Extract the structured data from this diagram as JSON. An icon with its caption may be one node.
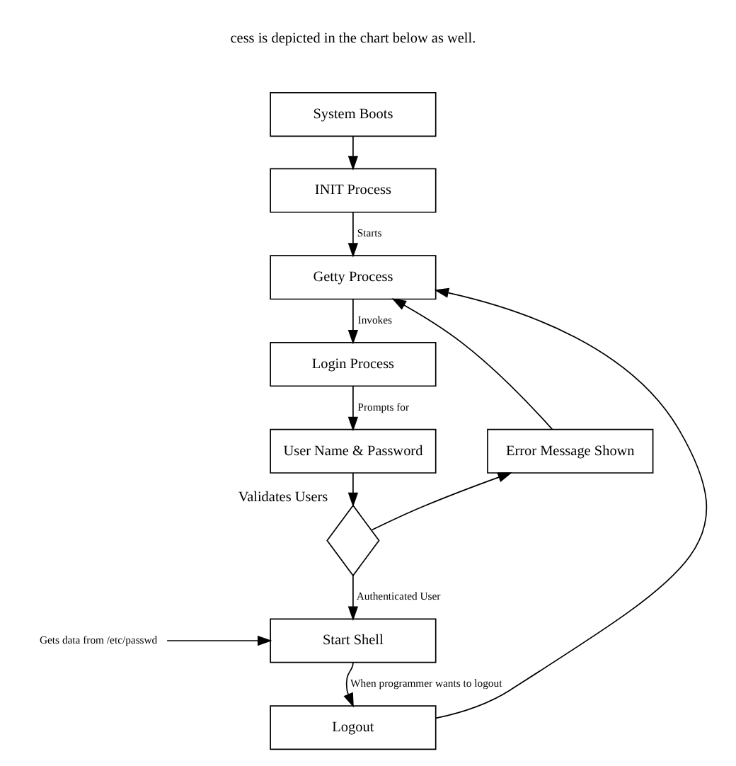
{
  "diagram": {
    "nodes": [
      {
        "text": [
          "System Boots"
        ]
      },
      {
        "text": [
          "INIT Process"
        ]
      },
      {
        "text": [
          "Getty Process"
        ]
      },
      {
        "text": [
          "Login Process"
        ]
      },
      {
        "text": [
          "User Name & Password"
        ]
      },
      {
        "text": [
          "Error Message Shown"
        ]
      },
      {
        "text": [],
        "shape": "diamond",
        "beside": [
          "Validates Users"
        ]
      },
      {
        "text": [
          "Start Shell"
        ]
      },
      {
        "text": [
          "Gets data from /etc/passwd"
        ]
      },
      {
        "text": [
          "Logout"
        ]
      }
    ],
    "edges": [
      {
        "from": 0,
        "to": 1,
        "arrow": "to"
      },
      {
        "from": 1,
        "to": 2,
        "arrow": "to",
        "label": "Starts"
      },
      {
        "from": 2,
        "to": 3,
        "arrow": "to",
        "label": "Invokes"
      },
      {
        "from": 3,
        "to": 4,
        "arrow": "to",
        "label": "Prompts for"
      },
      {
        "from": 4,
        "to": 6,
        "arrow": "to"
      },
      {
        "from": 6,
        "to": 5,
        "arrow": "to"
      },
      {
        "from": 5,
        "to": 2,
        "arrow": "to"
      },
      {
        "from": 6,
        "to": 7,
        "arrow": "to",
        "label": "Authenticated User"
      },
      {
        "from": 8,
        "to": 7,
        "arrow": "to"
      },
      {
        "from": 7,
        "to": 9,
        "arrow": "to",
        "label": "When programmer wants to logout"
      },
      {
        "from": 9,
        "to": 2,
        "arrow": "to"
      }
    ],
    "labels": [
      "cess is depicted in the chart below as well."
    ]
  }
}
